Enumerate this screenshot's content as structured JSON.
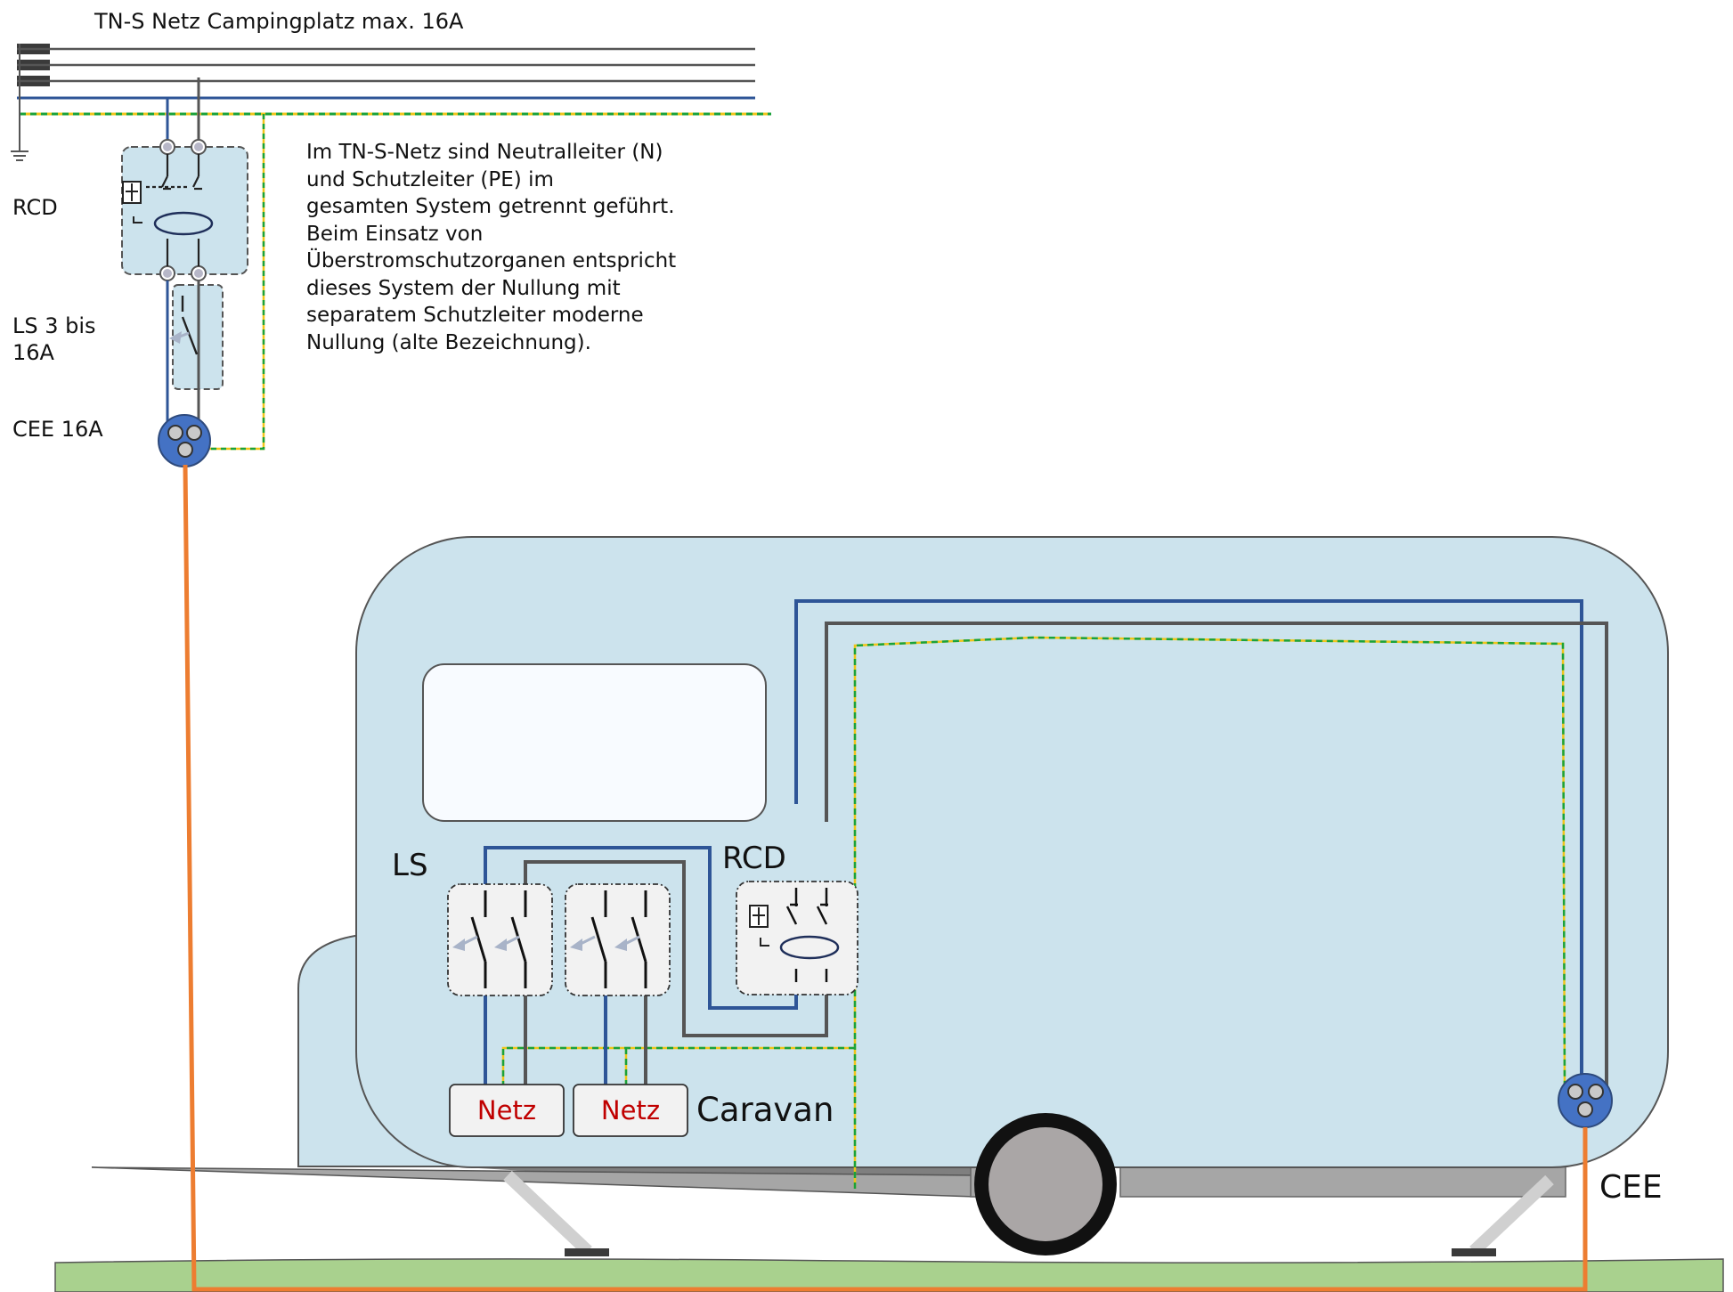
{
  "title": "TN-S Netz Campingplatz max. 16A",
  "description_lines": [
    "Im TN-S-Netz sind Neutralleiter (N)",
    "und Schutzleiter (PE) im",
    "gesamten  System getrennt geführt.",
    "Beim Einsatz von",
    "Überstromschutzorganen entspricht",
    "dieses System der Nullung mit",
    "separatem Schutzleiter moderne",
    "Nullung (alte Bezeichnung)."
  ],
  "supply_labels": {
    "rcd": "RCD",
    "ls_line1": "LS 3 bis",
    "ls_line2": "16A",
    "cee": "CEE 16A"
  },
  "caravan_labels": {
    "ls": "LS",
    "rcd": "RCD",
    "caravan": "Caravan",
    "cee": "CEE",
    "outlets": [
      "Netz",
      "Netz"
    ]
  },
  "colors": {
    "neutral": "#2e5597",
    "phase": "#555555",
    "pe_green": "#1aa23a",
    "pe_yellow": "#f0c419",
    "cable": "#ed7d31",
    "caravan_body": "#cce3ed",
    "ground": "#a9d18e",
    "outlet_text": "#c00000",
    "socket": "#4472c4"
  }
}
